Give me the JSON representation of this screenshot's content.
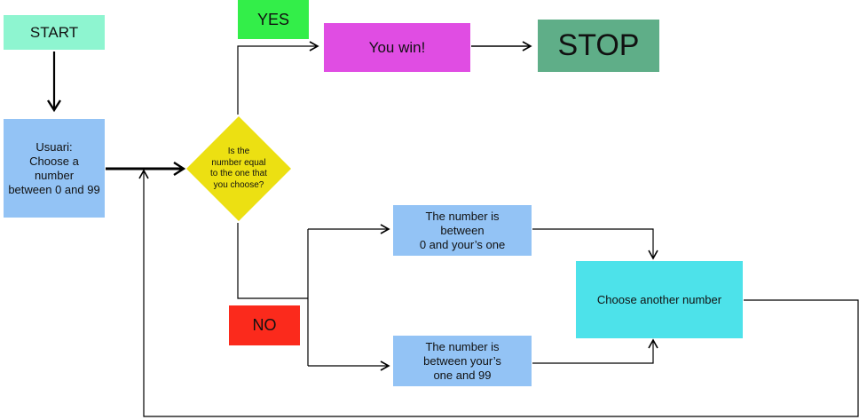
{
  "nodes": {
    "start": {
      "label": "START",
      "color": "#8ef5d0"
    },
    "choose": {
      "lines": [
        "Usuari:",
        "Choose a",
        "number",
        "between 0 and 99"
      ],
      "color": "#93c3f5"
    },
    "question": {
      "lines": [
        "Is the",
        "number equal",
        "to the one that",
        "you choose?"
      ],
      "color": "#ece012"
    },
    "yes": {
      "label": "YES",
      "color": "#33ee49"
    },
    "win": {
      "label": "You win!",
      "color": "#e04de3"
    },
    "stop": {
      "label": "STOP",
      "color": "#5fae88"
    },
    "no": {
      "label": "NO",
      "color": "#fb2a1c"
    },
    "between_low": {
      "lines": [
        "The number is",
        "between",
        "0 and your’s one"
      ],
      "color": "#93c3f5"
    },
    "between_high": {
      "lines": [
        "The number is",
        "between your’s",
        "one and 99"
      ],
      "color": "#93c3f5"
    },
    "another": {
      "label": "Choose another number",
      "color": "#4de2ea"
    }
  },
  "edges": [
    {
      "from": "start",
      "to": "choose"
    },
    {
      "from": "choose",
      "to": "question"
    },
    {
      "from": "question",
      "to": "win",
      "label": "YES"
    },
    {
      "from": "win",
      "to": "stop"
    },
    {
      "from": "question",
      "to": "between_low",
      "label": "NO"
    },
    {
      "from": "question",
      "to": "between_high",
      "label": "NO"
    },
    {
      "from": "between_low",
      "to": "another"
    },
    {
      "from": "between_high",
      "to": "another"
    },
    {
      "from": "another",
      "to": "question"
    }
  ],
  "line_color": "#000000"
}
